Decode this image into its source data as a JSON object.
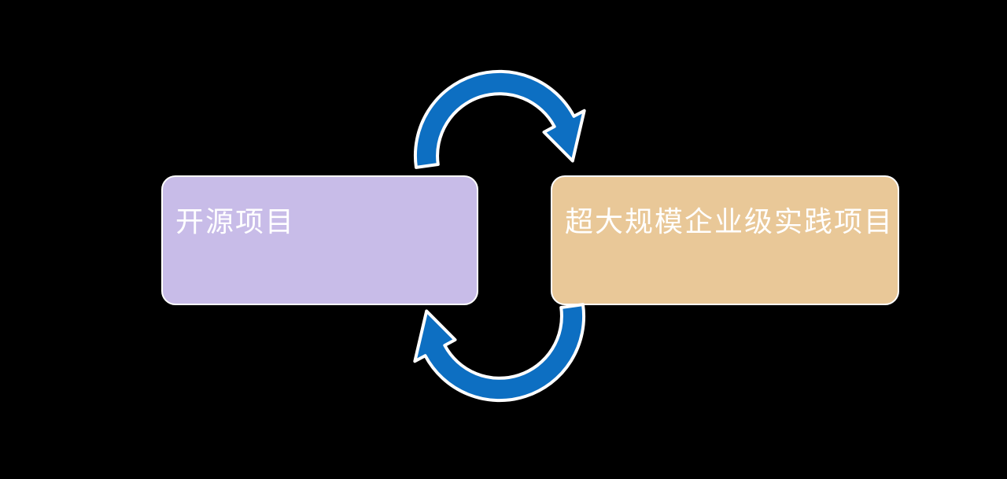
{
  "diagram": {
    "background_color": "#000000",
    "left_box": {
      "label": "开源项目",
      "fill": "#c8bce8",
      "text_color": "#ffffff"
    },
    "right_box": {
      "label": "超大规模企业级实践项目",
      "fill": "#e9c898",
      "text_color": "#ffffff"
    },
    "cycle_arrows": {
      "color": "#0d6fc2",
      "outline_color": "#ffffff",
      "direction": "clockwise",
      "count": 2
    }
  }
}
